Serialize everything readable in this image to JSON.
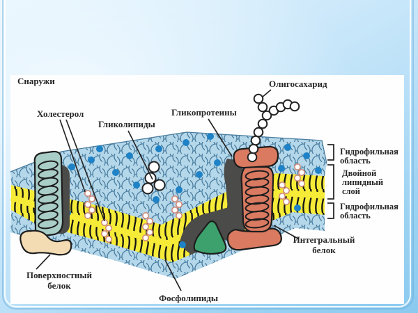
{
  "colors": {
    "head_fill": "#b4d7ea",
    "head_stroke": "#4a7d9f",
    "dot_blue": "#1f82c6",
    "lipid_yellow": "#f6ec38",
    "tail_black": "#141414",
    "protein_teal": "#a9cdc7",
    "protein_salmon": "#d97a61",
    "protein_cream": "#f3dcb3",
    "protein_green": "#3da16d",
    "shadow_gray": "#4b4b49",
    "cholesterol_ring": "#d08a7a",
    "ink": "#262626",
    "panel_white": "#fefefe",
    "slide_blue": "#9dd3f2"
  },
  "diagram": {
    "title_outside": "Снаружи",
    "labels": {
      "cholesterol": "Холестерол",
      "glycolipids": "Гликолипиды",
      "glycoproteins": "Гликопротеины",
      "oligosaccharide": "Олигосахарид"
    },
    "right_labels": {
      "hydrophilic_top_1": "Гидрофильная",
      "hydrophilic_top_2": "область",
      "bilayer_1": "Двойной",
      "bilayer_2": "липидный",
      "bilayer_3": "слой",
      "hydrophilic_bottom_1": "Гидрофильная",
      "hydrophilic_bottom_2": "область"
    },
    "bottom_labels": {
      "integral_protein_1": "Интегральный",
      "integral_protein_2": "белок",
      "surface_protein_1": "Поверхностный",
      "surface_protein_2": "белок",
      "phospholipids": "Фосфолипиды"
    }
  }
}
